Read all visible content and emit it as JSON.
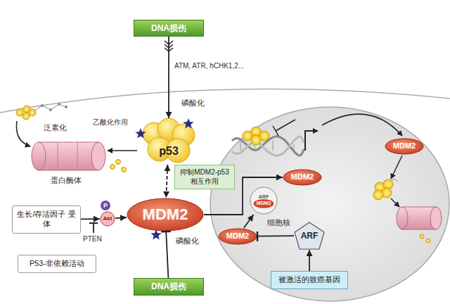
{
  "diagram": {
    "nodes": [
      {
        "text": [
          "DNA损伤"
        ]
      },
      {
        "text": [
          "p53"
        ]
      },
      {
        "text": [
          "抑制MDM2-p53相互作用"
        ]
      },
      {
        "text": [
          "生长/存活因子 受体"
        ]
      },
      {
        "text": [
          "Akt"
        ]
      },
      {
        "text": [
          "MDM2"
        ]
      },
      {
        "text": [
          "P53-非依赖活动"
        ]
      },
      {
        "text": [
          "DNA损伤"
        ]
      },
      {
        "text": [
          "细胞核"
        ]
      },
      {
        "text": [
          "MDM2"
        ],
        "in": 8
      },
      {
        "text": [
          "MDM2"
        ],
        "in": 8
      },
      {
        "text": [
          "ARF",
          "MDM2"
        ],
        "in": 8
      },
      {
        "text": [
          "MDM2"
        ],
        "in": 8
      },
      {
        "text": [
          "ARF"
        ],
        "in": 8
      },
      {
        "text": [
          "被激活的致癌基因"
        ]
      }
    ],
    "edges": [
      {
        "from": 0,
        "to": 1,
        "arrow": "to"
      },
      {
        "from": 1,
        "to": 5,
        "arrow": "both"
      },
      {
        "from": 3,
        "to": 4,
        "arrow": "to"
      },
      {
        "from": 4,
        "to": 5,
        "arrow": "to"
      },
      {
        "from": 7,
        "to": 5,
        "arrow": "to"
      },
      {
        "from": 5,
        "to": 9,
        "arrow": "to"
      },
      {
        "from": 12,
        "to": 11,
        "arrow": "to"
      },
      {
        "from": 13,
        "to": 12,
        "arrow": "to"
      },
      {
        "from": 14,
        "to": 13,
        "arrow": "to"
      }
    ],
    "labels": [
      "ATM, ATR, hCHK1,2...",
      "泛素化",
      "乙酰化作用",
      "磷酸化",
      "蛋白酶体",
      "P",
      "PTEN",
      "磷酸化"
    ]
  }
}
